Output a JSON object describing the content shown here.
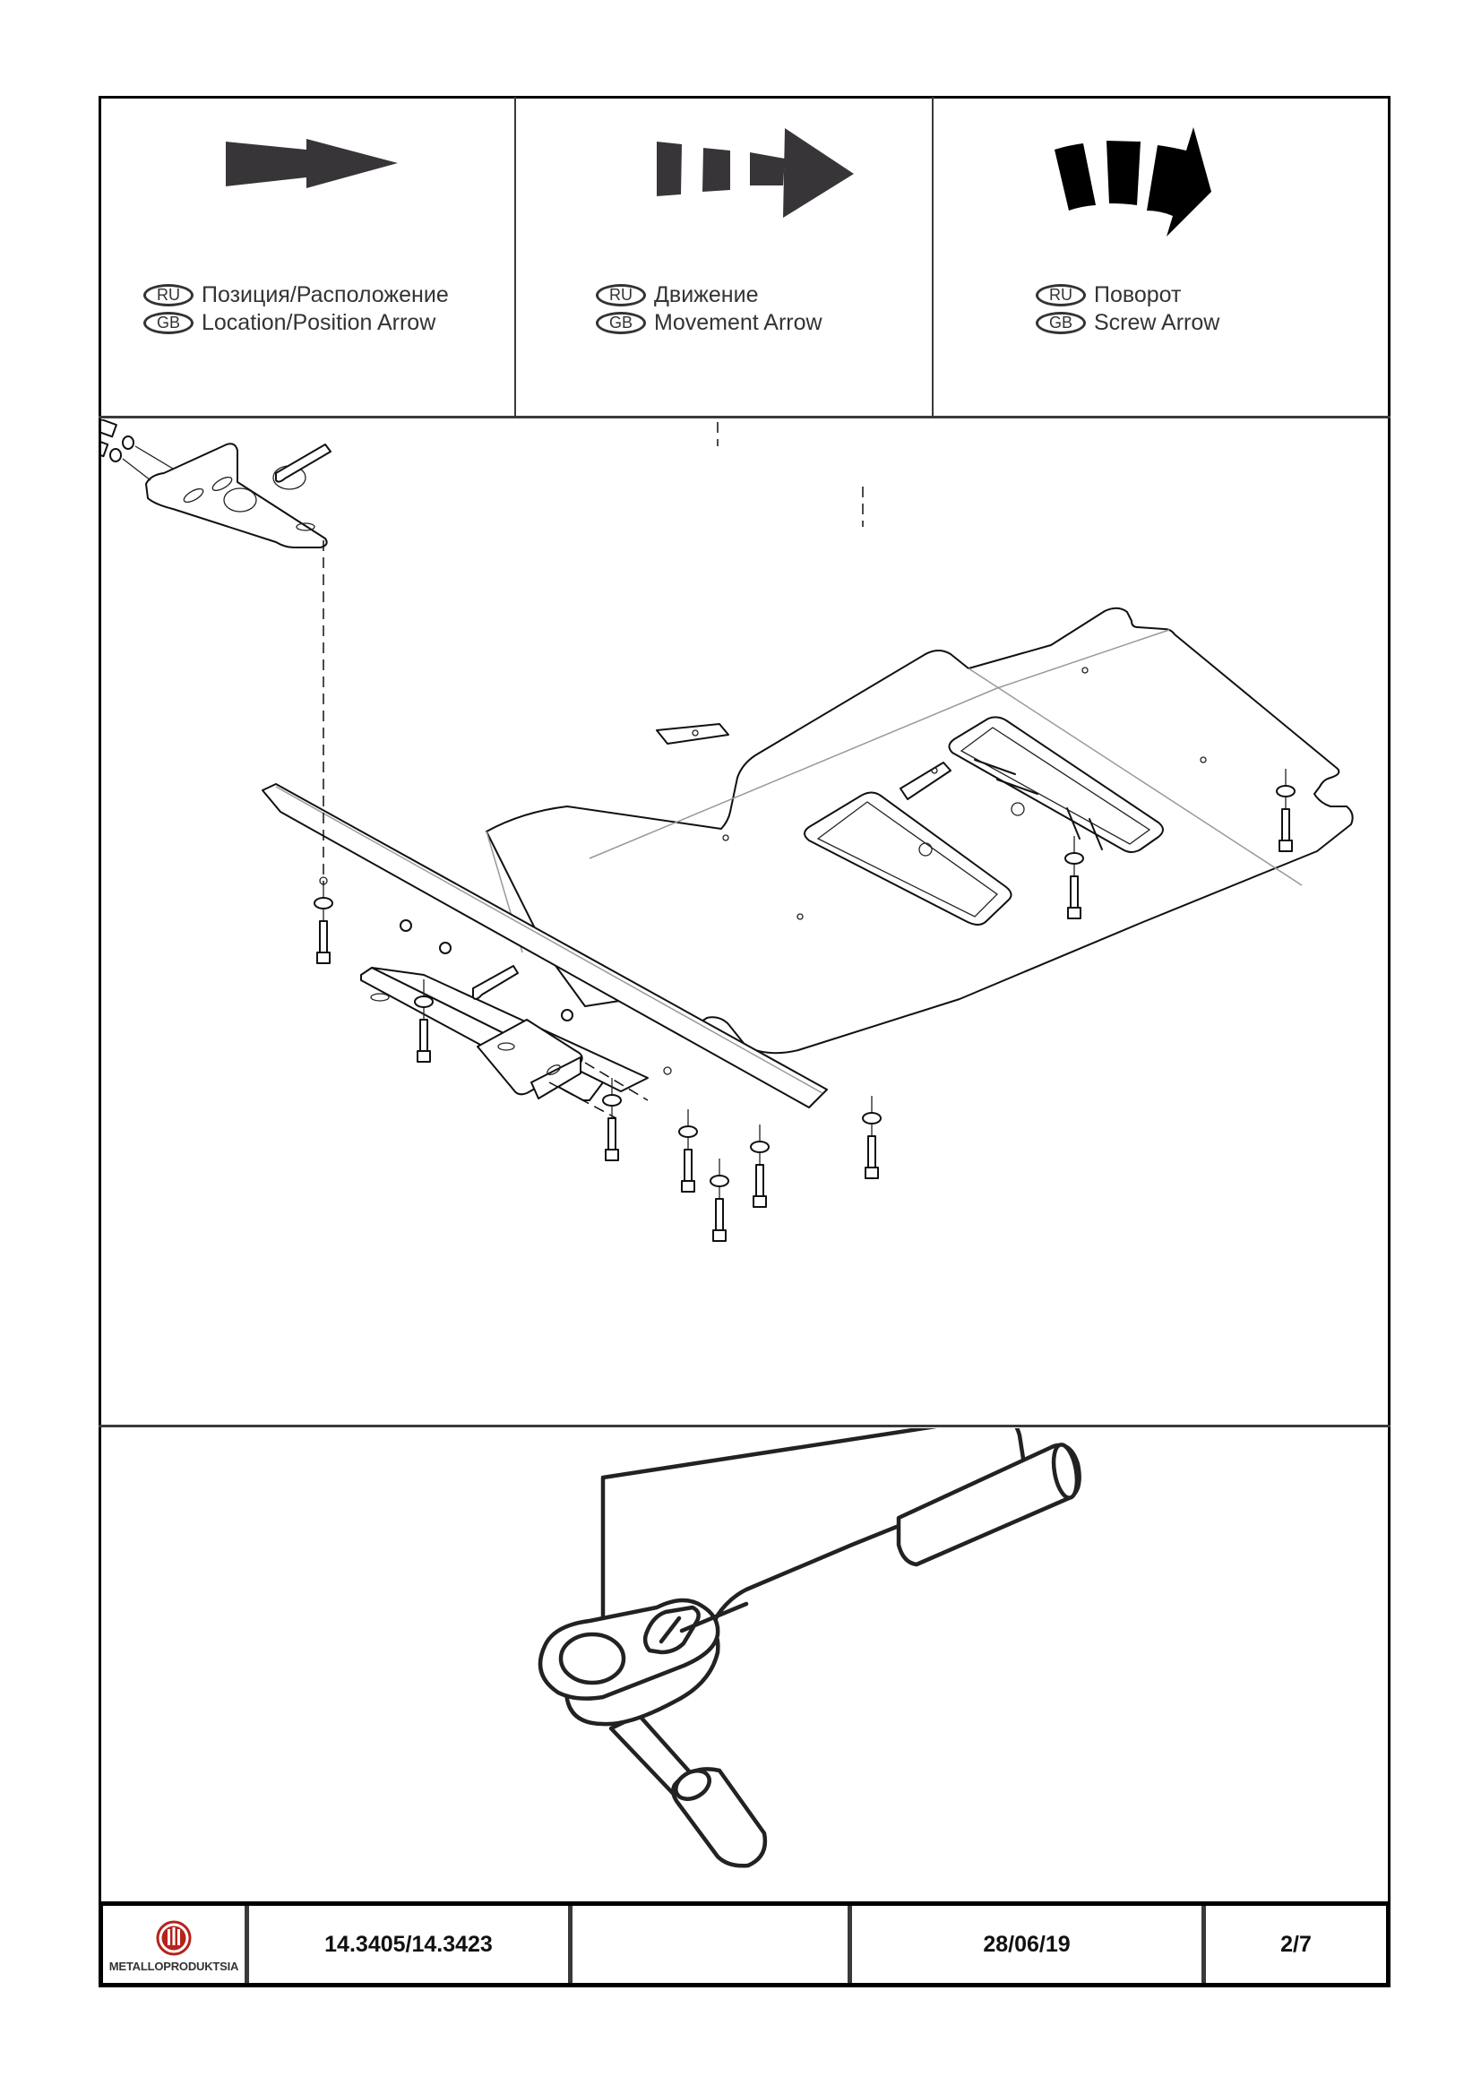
{
  "legend": [
    {
      "icon": "location-arrow-icon",
      "ru_code": "RU",
      "ru_label": "Позиция/Расположение",
      "gb_code": "GB",
      "gb_label": "Location/Position Arrow"
    },
    {
      "icon": "movement-arrow-icon",
      "ru_code": "RU",
      "ru_label": "Движение",
      "gb_code": "GB",
      "gb_label": "Movement Arrow"
    },
    {
      "icon": "screw-arrow-icon",
      "ru_code": "RU",
      "ru_label": "Поворот",
      "gb_code": "GB",
      "gb_label": "Screw Arrow"
    }
  ],
  "colors": {
    "arrow_fill": "#383538",
    "logo_red": "#b5231b",
    "frame": "#000000"
  },
  "drawing": {
    "name": "skid-plate-exploded-assembly"
  },
  "tool": {
    "name": "ratchet-wrench-with-socket"
  },
  "footer": {
    "brand": "METALLOPRODUKTSIA",
    "part_number": "14.3405/14.3423",
    "blank": "",
    "date": "28/06/19",
    "page": "2/7"
  }
}
